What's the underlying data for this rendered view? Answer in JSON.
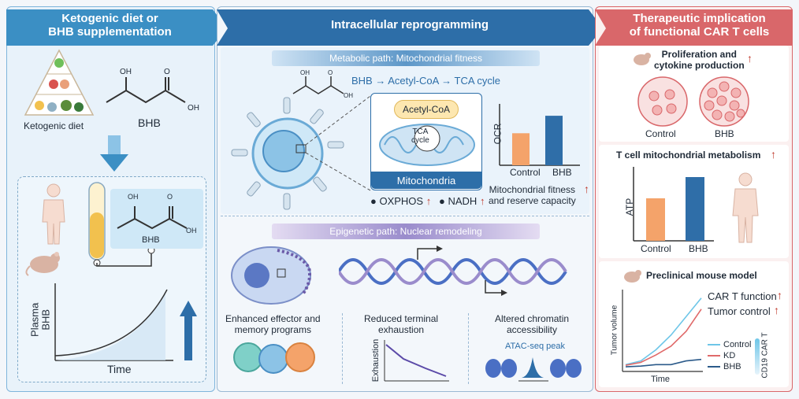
{
  "header": {
    "left": "Ketogenic diet or\nBHB supplementation",
    "middle": "Intracellular reprogramming",
    "right": "Therapeutic implication\nof functional CAR T cells"
  },
  "left_panel": {
    "ketogenic_diet_label": "Ketogenic diet",
    "bhb_label": "BHB",
    "oh_top": "OH",
    "o_top": "O",
    "oh_right": "OH",
    "tube_bhb_label": "BHB",
    "tube_oh_top": "OH",
    "tube_o": "O",
    "tube_oh_right": "OH",
    "plasma_axis": "Plasma\nBHB",
    "time_axis": "Time"
  },
  "metabolic": {
    "title": "Metabolic path: Mitochondrial fitness",
    "pathway": "BHB → Acetyl-CoA → TCA cycle",
    "oh": "OH",
    "o": "O",
    "oh2": "OH",
    "acetyl": "Acetyl-CoA",
    "tca": "TCA\ncycle",
    "mito": "Mitochondria",
    "oxphos": "OXPHOS",
    "nadh": "NADH",
    "ocr_axis": "OCR",
    "ocr_categories": [
      "Control",
      "BHB"
    ],
    "fitness": "Mitochondrial fitness\nand reserve capacity"
  },
  "epigenetic": {
    "title": "Epigenetic path: Nuclear remodeling",
    "effector": "Enhanced effector and\nmemory programs",
    "exhaustion_title": "Reduced terminal\nexhaustion",
    "exhaustion_axis": "Exhaustion",
    "chromatin": "Altered chromatin\naccessibility",
    "atac": "ATAC-seq peak"
  },
  "right_panel": {
    "prolif": "Proliferation and\ncytokine production",
    "control": "Control",
    "bhb": "BHB",
    "metab_title": "T cell  mitochondrial metabolism",
    "atp_axis": "ATP",
    "atp_categories": [
      "Control",
      "BHB"
    ],
    "preclinical": "Preclinical mouse model",
    "car_t": "CAR T function",
    "tumor_control": "Tumor control",
    "tumor_axis": "Tumor volume",
    "time_axis": "Time",
    "legend": [
      "Control",
      "KD",
      "BHB"
    ],
    "cd19": "CD19 CAR T"
  },
  "colors": {
    "left_header": "#3b8fc4",
    "middle_header": "#2d6ea8",
    "right_header": "#d9676a",
    "control_bar": "#f4a36a",
    "bhb_bar": "#2f6ea8",
    "up_arrow": "#c0392b",
    "legend_control": "#6ec6e8",
    "legend_kd": "#e06a6a",
    "legend_bhb": "#2b5a8a"
  },
  "chart_data": [
    {
      "type": "bar",
      "title": "",
      "ylabel": "OCR",
      "categories": [
        "Control",
        "BHB"
      ],
      "values": [
        0.55,
        0.85
      ]
    },
    {
      "type": "bar",
      "title": "",
      "ylabel": "ATP",
      "categories": [
        "Control",
        "BHB"
      ],
      "values": [
        0.6,
        0.9
      ]
    },
    {
      "type": "line",
      "ylabel": "Tumor volume",
      "xlabel": "Time",
      "series": [
        {
          "name": "Control",
          "values": [
            0.05,
            0.1,
            0.25,
            0.45,
            0.7,
            0.95
          ]
        },
        {
          "name": "KD",
          "values": [
            0.04,
            0.08,
            0.18,
            0.3,
            0.5,
            0.8
          ]
        },
        {
          "name": "BHB",
          "values": [
            0.02,
            0.03,
            0.05,
            0.05,
            0.1,
            0.12
          ]
        }
      ]
    }
  ]
}
